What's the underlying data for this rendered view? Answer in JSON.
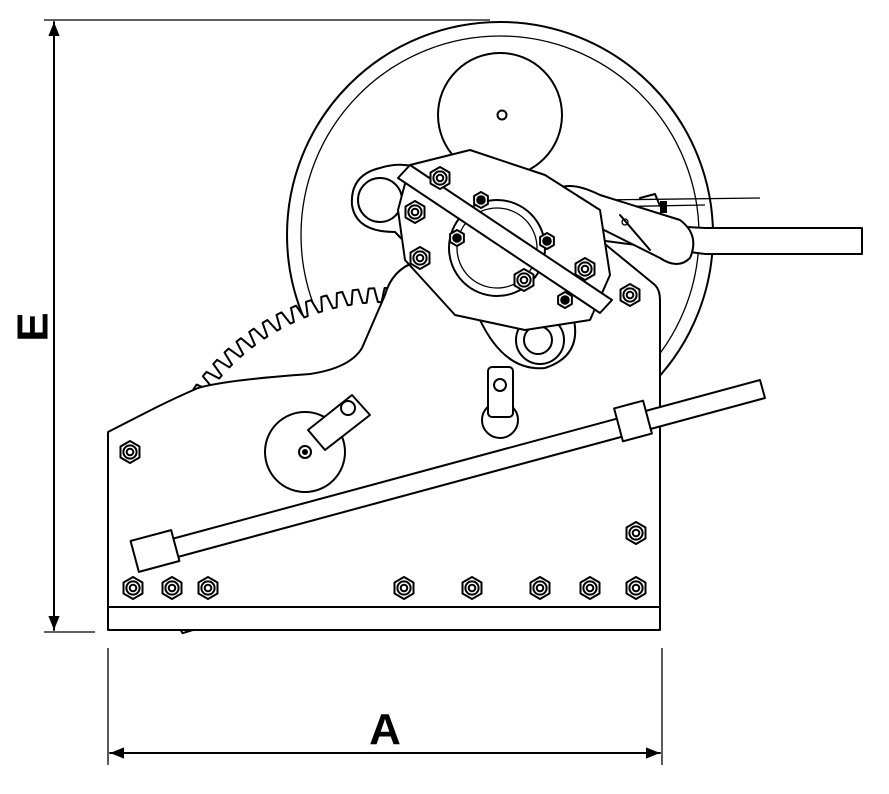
{
  "dimensions": {
    "width_label": "A",
    "height_label": "E"
  },
  "colors": {
    "line": "#000000",
    "background": "#ffffff"
  },
  "bolt_count": 20
}
